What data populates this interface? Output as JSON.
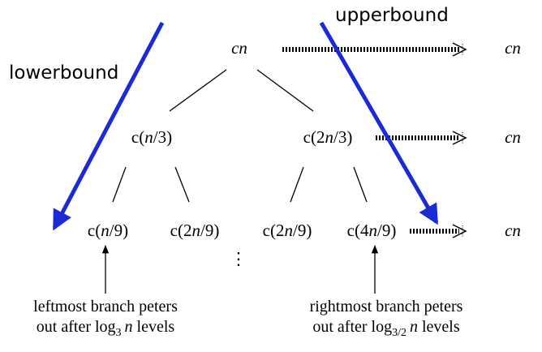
{
  "labels": {
    "lowerbound": "lowerbound",
    "upperbound": "upperbound"
  },
  "tree": {
    "root": {
      "prefix": "",
      "var": "cn",
      "suffix": ""
    },
    "level1_left": {
      "prefix": "c(",
      "var": "n",
      "suffix": "/3)"
    },
    "level1_right": {
      "prefix": "c(2",
      "var": "n",
      "suffix": "/3)"
    },
    "level2_a": {
      "prefix": "c(",
      "var": "n",
      "suffix": "/9)"
    },
    "level2_b": {
      "prefix": "c(2",
      "var": "n",
      "suffix": "/9)"
    },
    "level2_c": {
      "prefix": "c(2",
      "var": "n",
      "suffix": "/9)"
    },
    "level2_d": {
      "prefix": "c(4",
      "var": "n",
      "suffix": "/9)"
    },
    "continuation": "⋮"
  },
  "level_totals": {
    "row1": "cn",
    "row2": "cn",
    "row3": "cn"
  },
  "captions": {
    "left_line1": "leftmost branch peters",
    "left_line2_prefix": "out after log",
    "left_line2_sub": "3",
    "left_line2_var": "n",
    "left_line2_suffix": "levels",
    "right_line1": "rightmost branch peters",
    "right_line2_prefix": "out after log",
    "right_line2_sub": "3/2",
    "right_line2_var": "n",
    "right_line2_suffix": "levels"
  },
  "colors": {
    "accent_arrow": "#1a2bd6",
    "line": "#000000"
  }
}
